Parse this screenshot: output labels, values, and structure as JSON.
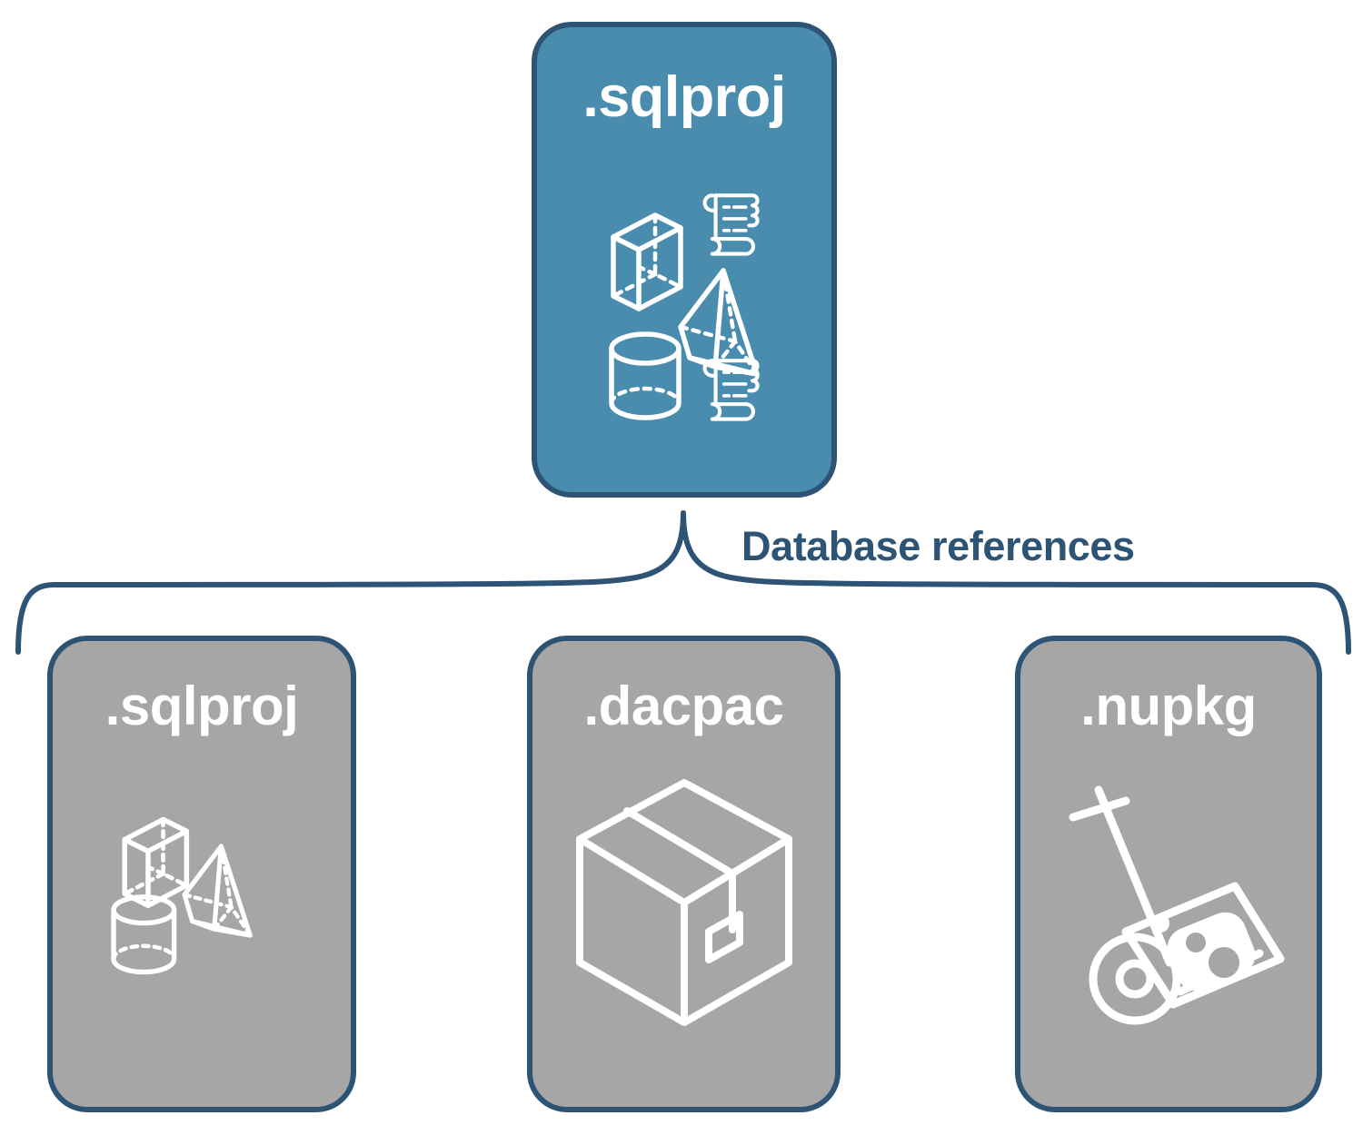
{
  "diagram": {
    "title_text": "Database references",
    "colors": {
      "primary_fill": "#4a8cad",
      "secondary_fill": "#a6a6a6",
      "border": "#2d5375",
      "icon_stroke": "#ffffff",
      "label_text": "#2d5375",
      "background": "#ffffff"
    },
    "root": {
      "label": ".sqlproj",
      "fill": "primary",
      "icons": [
        "cube-wireframe-icon",
        "pyramid-wireframe-icon",
        "cylinder-wireframe-icon",
        "scroll-icon",
        "scroll-icon"
      ]
    },
    "connector": {
      "type": "curly-brace",
      "label": "Database references",
      "from": ".sqlproj",
      "to": [
        ".sqlproj",
        ".dacpac",
        ".nupkg"
      ]
    },
    "references": [
      {
        "label": ".sqlproj",
        "fill": "secondary",
        "icons": [
          "cube-wireframe-icon",
          "pyramid-wireframe-icon",
          "cylinder-wireframe-icon"
        ]
      },
      {
        "label": ".dacpac",
        "fill": "secondary",
        "icons": [
          "shipping-box-icon"
        ]
      },
      {
        "label": ".nupkg",
        "fill": "secondary",
        "icons": [
          "nuget-hand-truck-icon"
        ]
      }
    ]
  }
}
